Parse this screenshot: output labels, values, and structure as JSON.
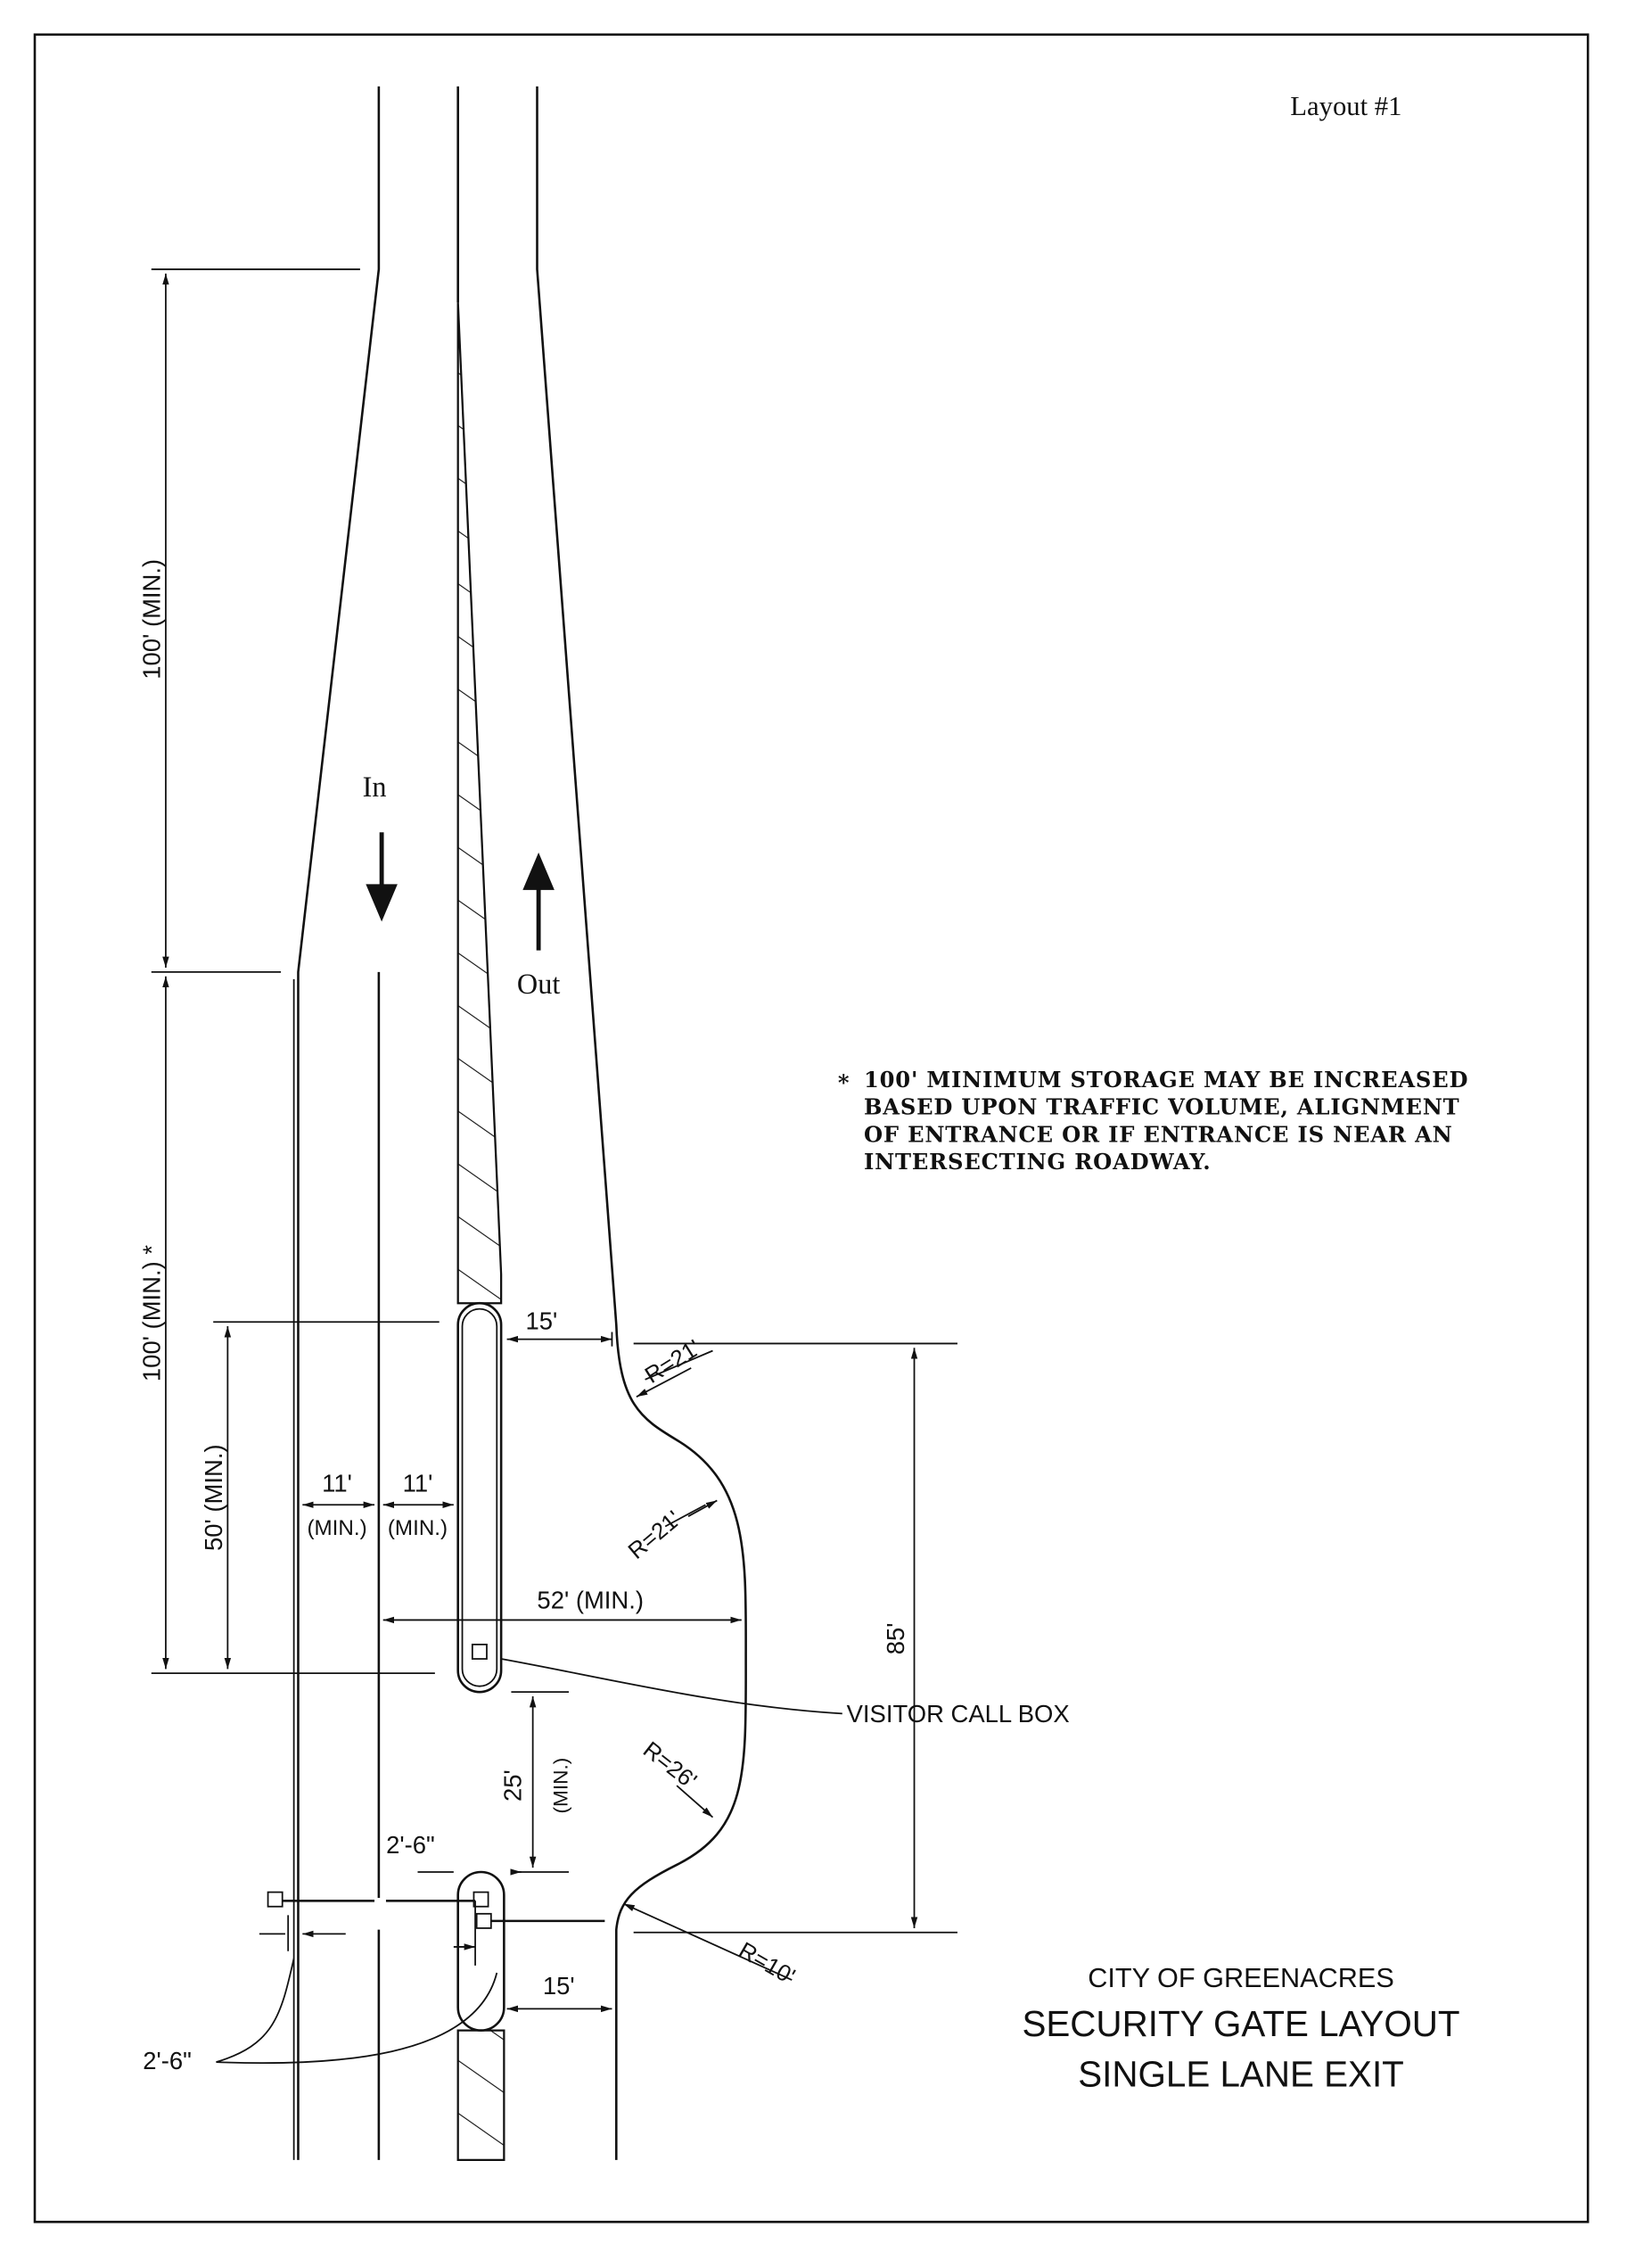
{
  "layout_label": "Layout #1",
  "title": {
    "city": "CITY OF GREENACRES",
    "line1": "SECURITY GATE LAYOUT",
    "line2": "SINGLE LANE EXIT"
  },
  "directions": {
    "in": "In",
    "out": "Out"
  },
  "note": {
    "marker": "*",
    "lines": [
      "100' MINIMUM STORAGE MAY BE INCREASED",
      "BASED UPON TRAFFIC VOLUME, ALIGNMENT",
      "OF ENTRANCE OR IF ENTRANCE IS NEAR AN",
      "INTERSECTING ROADWAY."
    ]
  },
  "dimensions": {
    "taper_length": "100' (MIN.)",
    "storage_length": "100' (MIN.) *",
    "island_length": "50' (MIN.)",
    "exit_width_top": "15'",
    "lane_width_1": "11'",
    "lane_width_2": "11'",
    "lane_min_1": "(MIN.)",
    "lane_min_2": "(MIN.)",
    "turnaround_width": "52' (MIN.)",
    "gate_offset": "25'",
    "gate_offset_min": "(MIN.)",
    "turnaround_length": "85'",
    "radius_1": "R=21'",
    "radius_2": "R=21'",
    "radius_3": "R=26'",
    "radius_4": "R=10'",
    "gate_setback_top": "2'-6\"",
    "gate_setback_bottom": "2'-6\"",
    "exit_width_bottom": "15'"
  },
  "callouts": {
    "visitor_call_box": "VISITOR CALL BOX"
  }
}
